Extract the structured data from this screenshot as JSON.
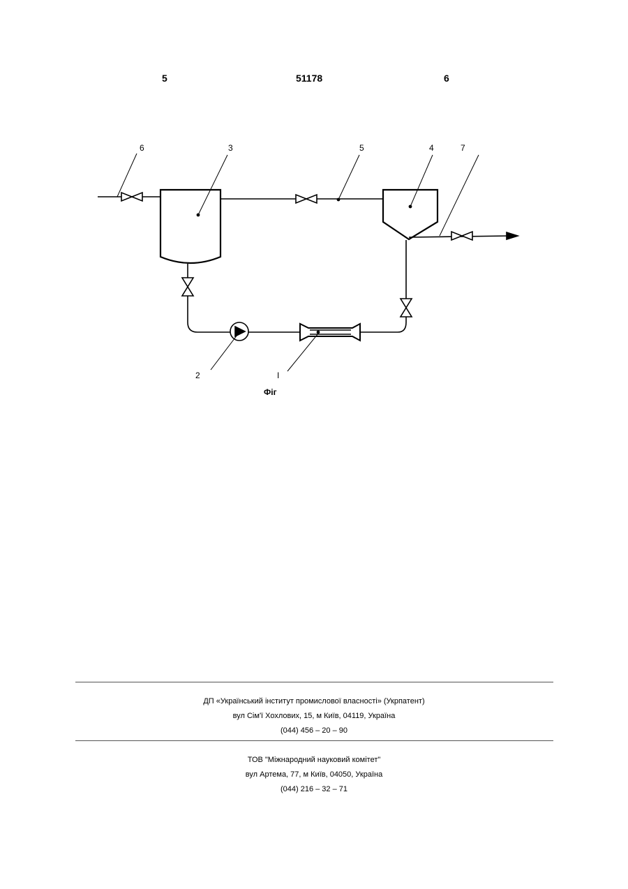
{
  "header": {
    "page_left": "5",
    "patent_number": "51178",
    "page_right": "6"
  },
  "diagram": {
    "labels": {
      "l6": "6",
      "l3": "3",
      "l5": "5",
      "l4": "4",
      "l7": "7",
      "l2": "2",
      "l1": "I"
    },
    "caption": "Фіг"
  },
  "footer": {
    "org1": {
      "name": "ДП «Український інститут промислової власності» (Укрпатент)",
      "address": "вул  Сім'ї Хохлових, 15, м  Київ, 04119, Україна",
      "phone": "(044) 456 – 20 –  90"
    },
    "org2": {
      "name": "ТОВ \"Міжнародний науковий комітет\"",
      "address": "вул  Артема, 77, м  Київ, 04050, Україна",
      "phone": "(044) 216 – 32 – 71"
    }
  }
}
